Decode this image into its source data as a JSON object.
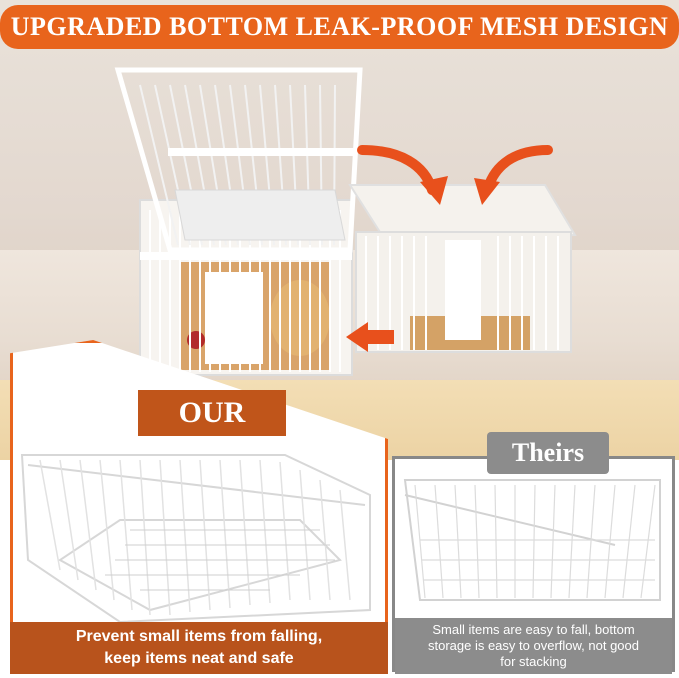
{
  "banner": {
    "title": "UPGRADED BOTTOM LEAK-PROOF MESH DESIGN"
  },
  "labels": {
    "ours": "OUR",
    "theirs": "Theirs"
  },
  "captions": {
    "ours_line1": "Prevent small items from falling,",
    "ours_line2": "keep items neat and safe",
    "theirs_line1": "Small items are easy to fall, bottom",
    "theirs_line2": "storage is easy to overflow, not good",
    "theirs_line3": "for stacking"
  },
  "colors": {
    "accent": "#e8641c",
    "accent_dark": "#b8531c",
    "neutral": "#8c8c8c",
    "wire": "#f4f4f4"
  },
  "icons": [
    "curved-arrow-icon",
    "arrow-left-icon"
  ]
}
